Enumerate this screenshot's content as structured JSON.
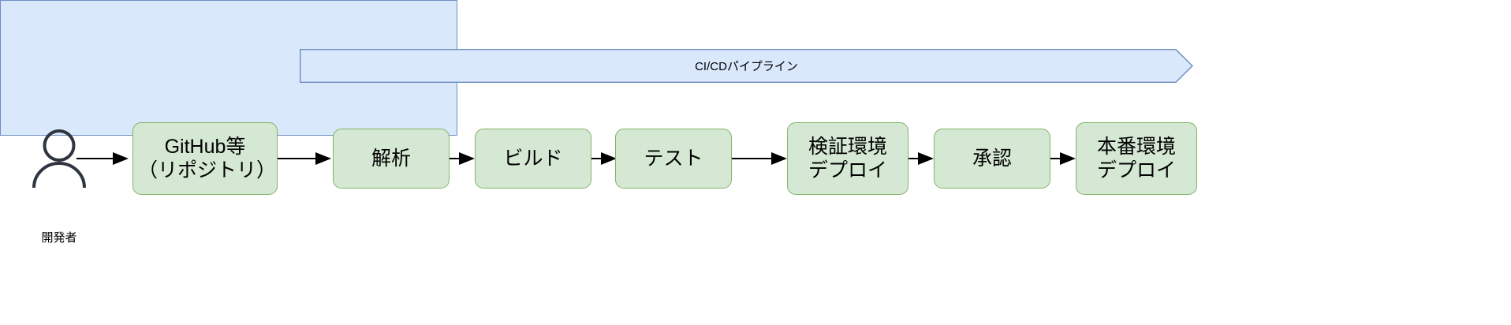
{
  "diagram": {
    "title": "CI/CD pipeline flow diagram",
    "colors": {
      "green_fill": "#d5e8d4",
      "green_stroke": "#82b366",
      "blue_fill": "#dae8fc",
      "blue_stroke": "#6c8ebf",
      "line": "#000000",
      "actor": "#2e3440"
    }
  },
  "actor": {
    "name": "developer-actor",
    "label": "開発者"
  },
  "banner": {
    "label": "CI/CDパイプライン"
  },
  "container": {
    "label": ""
  },
  "nodes": [
    {
      "id": "repo",
      "label": "GitHub等\n（リポジトリ）"
    },
    {
      "id": "analyze",
      "label": "解析"
    },
    {
      "id": "build",
      "label": "ビルド"
    },
    {
      "id": "test",
      "label": "テスト"
    },
    {
      "id": "stage-deploy",
      "label": "検証環境\nデプロイ"
    },
    {
      "id": "approve",
      "label": "承認"
    },
    {
      "id": "prod-deploy",
      "label": "本番環境\nデプロイ"
    }
  ],
  "connectors": [
    {
      "id": "actor-to-repo",
      "from": "developer-actor",
      "to": "repo"
    },
    {
      "id": "repo-to-analyze",
      "from": "repo",
      "to": "analyze"
    },
    {
      "id": "analyze-to-build",
      "from": "analyze",
      "to": "build"
    },
    {
      "id": "build-to-test",
      "from": "build",
      "to": "test"
    },
    {
      "id": "test-to-stage-deploy",
      "from": "test",
      "to": "stage-deploy"
    },
    {
      "id": "stage-deploy-to-approve",
      "from": "stage-deploy",
      "to": "approve"
    },
    {
      "id": "approve-to-prod-deploy",
      "from": "approve",
      "to": "prod-deploy"
    }
  ]
}
